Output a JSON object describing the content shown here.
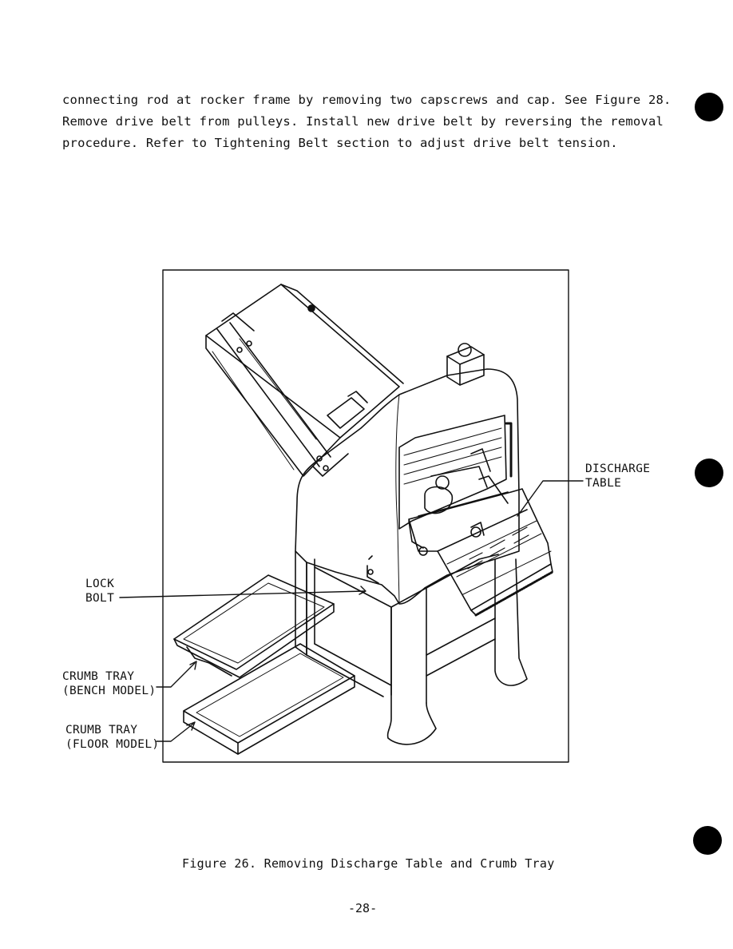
{
  "body_text": {
    "line1": "connecting rod at rocker frame by removing two capscrews and cap.  See Figure 28.",
    "line2": "Remove drive belt from pulleys.  Install new drive belt by reversing the removal",
    "line3": "procedure.  Refer to Tightening Belt section to adjust drive belt tension."
  },
  "figure": {
    "labels": {
      "discharge_table_1": "DISCHARGE",
      "discharge_table_2": "TABLE",
      "lock_bolt_1": "LOCK",
      "lock_bolt_2": "BOLT",
      "crumb_bench_1": "CRUMB TRAY",
      "crumb_bench_2": "(BENCH MODEL)",
      "crumb_floor_1": "CRUMB TRAY",
      "crumb_floor_2": "(FLOOR MODEL)"
    },
    "caption": "Figure 26. Removing Discharge Table and Crumb Tray"
  },
  "page_number": "-28-"
}
